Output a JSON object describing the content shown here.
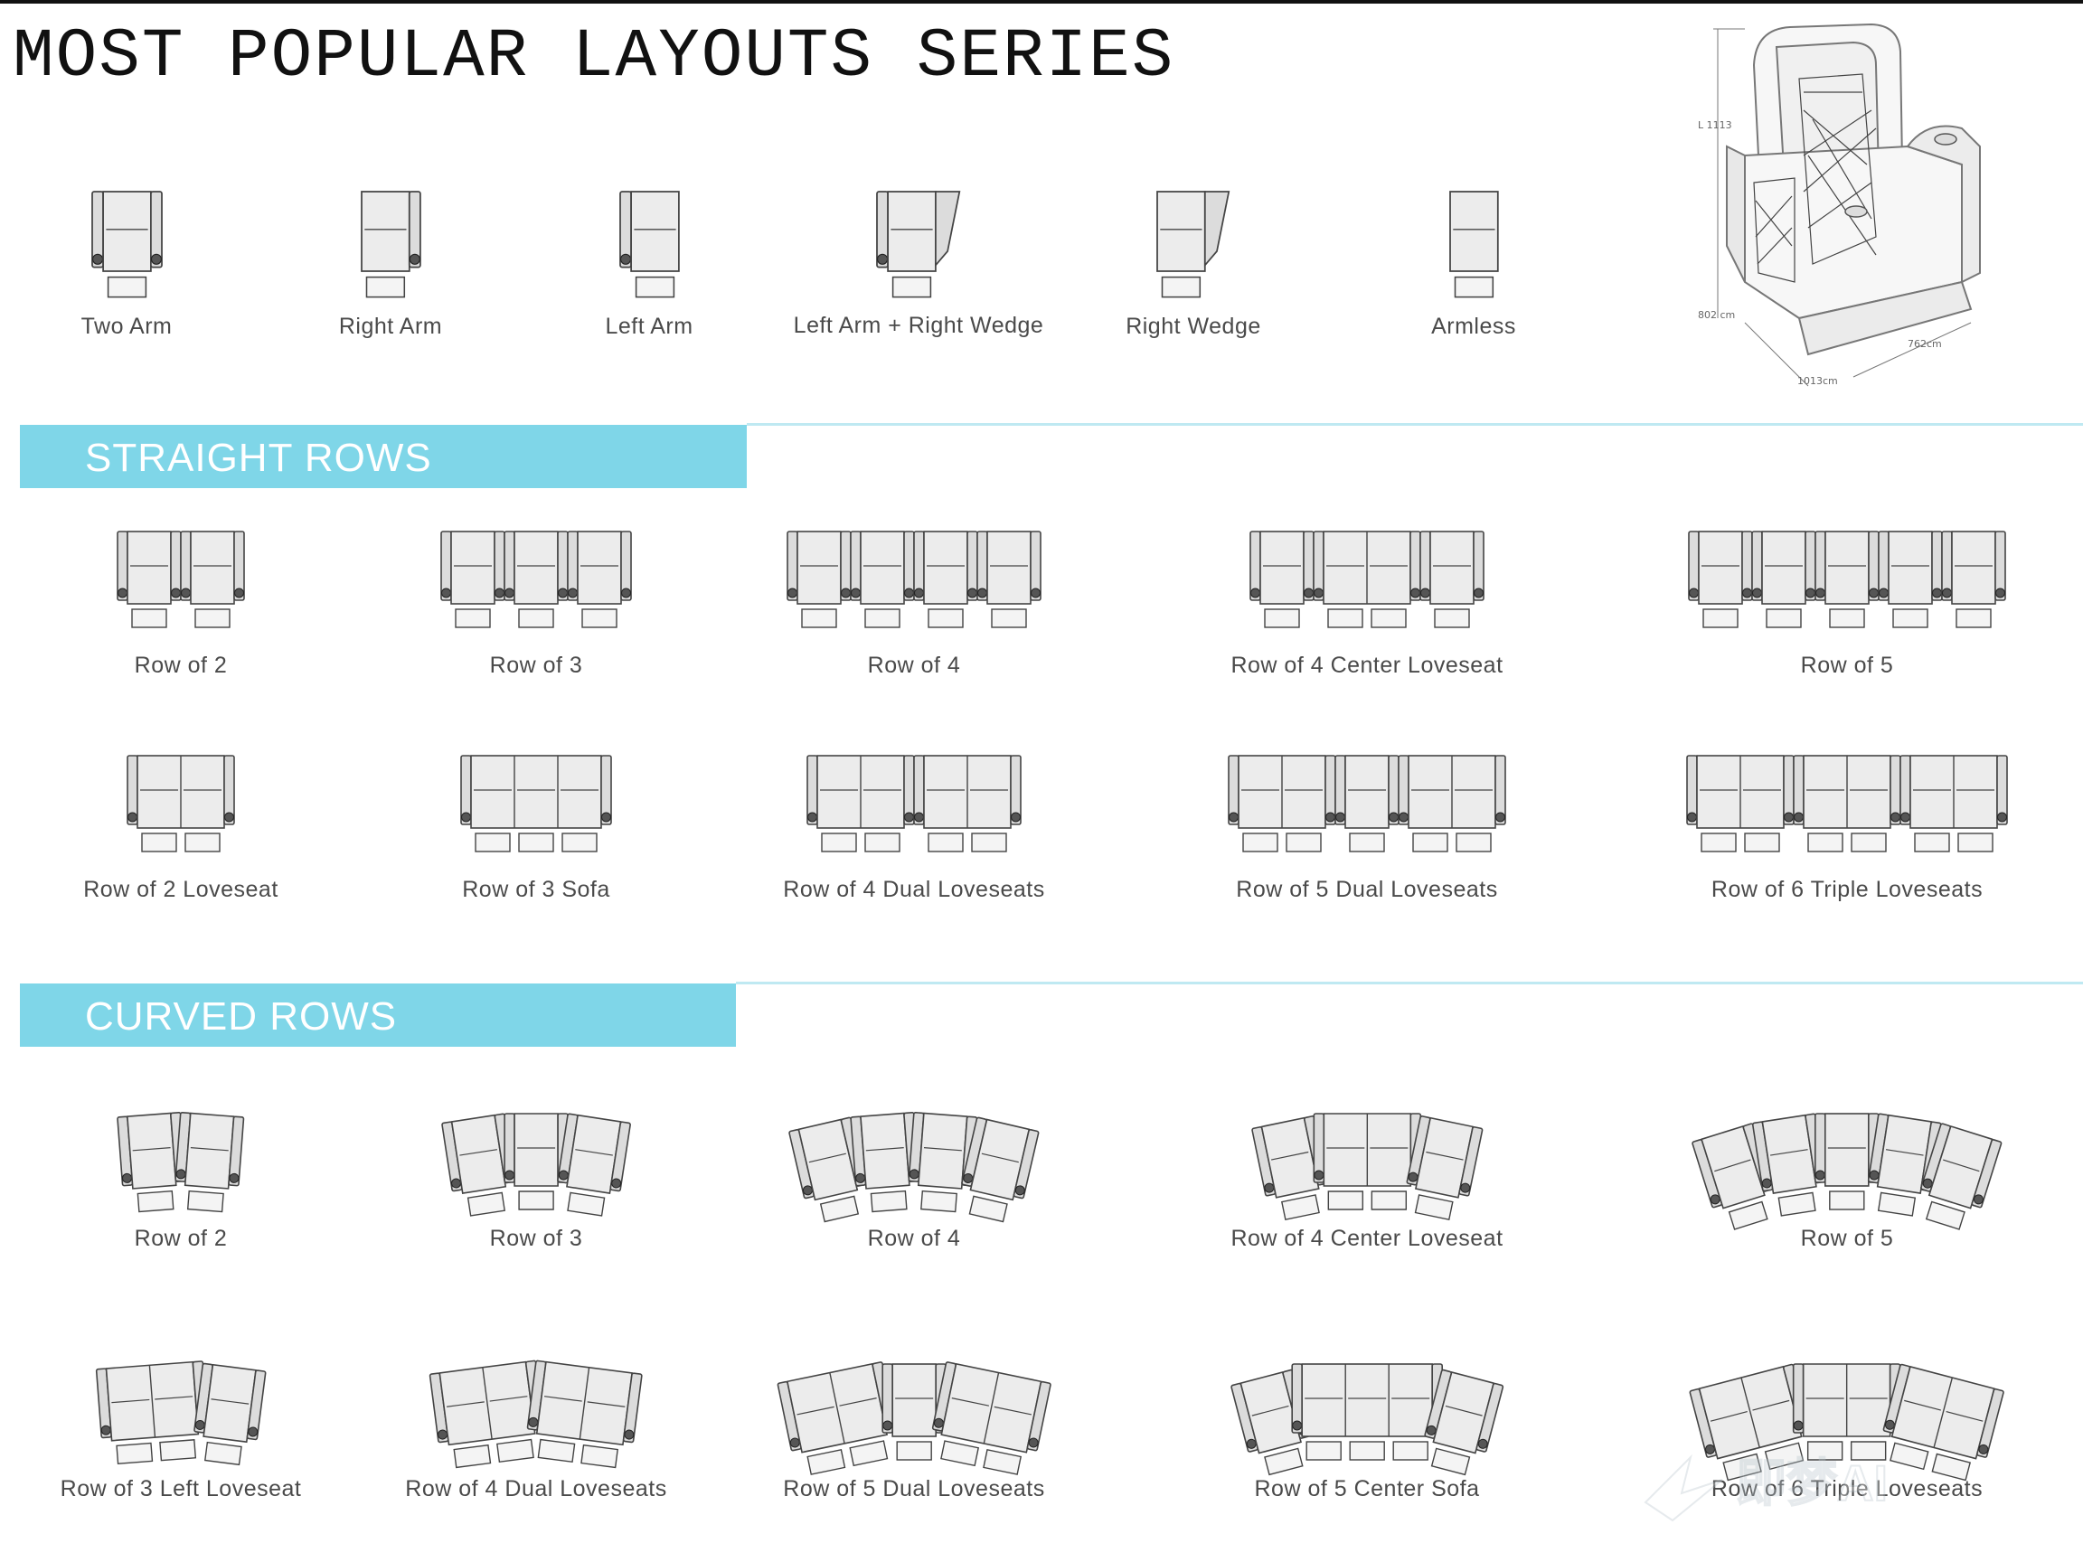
{
  "page": {
    "title": "MOST POPULAR LAYOUTS SERIES"
  },
  "watermark": "即梦AI",
  "colors": {
    "banner": "#7fd6e8",
    "rule": "#bfe9f2",
    "outline": "#444444",
    "seat": "#ececec"
  },
  "chair": {
    "labels": [
      "L 1113",
      "802 cm",
      "1013cm",
      "762cm"
    ]
  },
  "singles": {
    "items": [
      {
        "label": "Two Arm",
        "arms": "both"
      },
      {
        "label": "Right Arm",
        "arms": "right"
      },
      {
        "label": "Left Arm",
        "arms": "left"
      },
      {
        "label": "Left Arm + Right Wedge",
        "arms": "left-wedge"
      },
      {
        "label": "Right Wedge",
        "arms": "wedge"
      },
      {
        "label": "Armless",
        "arms": "none"
      }
    ]
  },
  "straight": {
    "heading": "STRAIGHT ROWS",
    "row1": [
      {
        "label": "Row of 2",
        "groups": [
          1,
          1
        ]
      },
      {
        "label": "Row of 3",
        "groups": [
          1,
          1,
          1
        ]
      },
      {
        "label": "Row of 4",
        "groups": [
          1,
          1,
          1,
          1
        ]
      },
      {
        "label": "Row of 4 Center Loveseat",
        "groups": [
          1,
          2,
          1
        ]
      },
      {
        "label": "Row of 5",
        "groups": [
          1,
          1,
          1,
          1,
          1
        ]
      }
    ],
    "row2": [
      {
        "label": "Row of 2 Loveseat",
        "groups": [
          2
        ]
      },
      {
        "label": "Row of 3 Sofa",
        "groups": [
          3
        ]
      },
      {
        "label": "Row of 4 Dual Loveseats",
        "groups": [
          2,
          2
        ]
      },
      {
        "label": "Row of 5 Dual Loveseats",
        "groups": [
          2,
          1,
          2
        ]
      },
      {
        "label": "Row of 6 Triple Loveseats",
        "groups": [
          2,
          2,
          2
        ]
      }
    ]
  },
  "curved": {
    "heading": "CURVED ROWS",
    "row1": [
      {
        "label": "Row of 2",
        "groups": [
          1,
          1
        ]
      },
      {
        "label": "Row of 3",
        "groups": [
          1,
          1,
          1
        ]
      },
      {
        "label": "Row of 4",
        "groups": [
          1,
          1,
          1,
          1
        ]
      },
      {
        "label": "Row of 4 Center Loveseat",
        "groups": [
          1,
          2,
          1
        ]
      },
      {
        "label": "Row of 5",
        "groups": [
          1,
          1,
          1,
          1,
          1
        ]
      }
    ],
    "row2": [
      {
        "label": "Row of 3 Left Loveseat",
        "groups": [
          2,
          1
        ]
      },
      {
        "label": "Row of 4 Dual Loveseats",
        "groups": [
          2,
          2
        ]
      },
      {
        "label": "Row of 5 Dual Loveseats",
        "groups": [
          2,
          1,
          2
        ]
      },
      {
        "label": "Row of 5 Center Sofa",
        "groups": [
          1,
          3,
          1
        ]
      },
      {
        "label": "Row of 6 Triple Loveseats",
        "groups": [
          2,
          2,
          2
        ]
      }
    ]
  }
}
